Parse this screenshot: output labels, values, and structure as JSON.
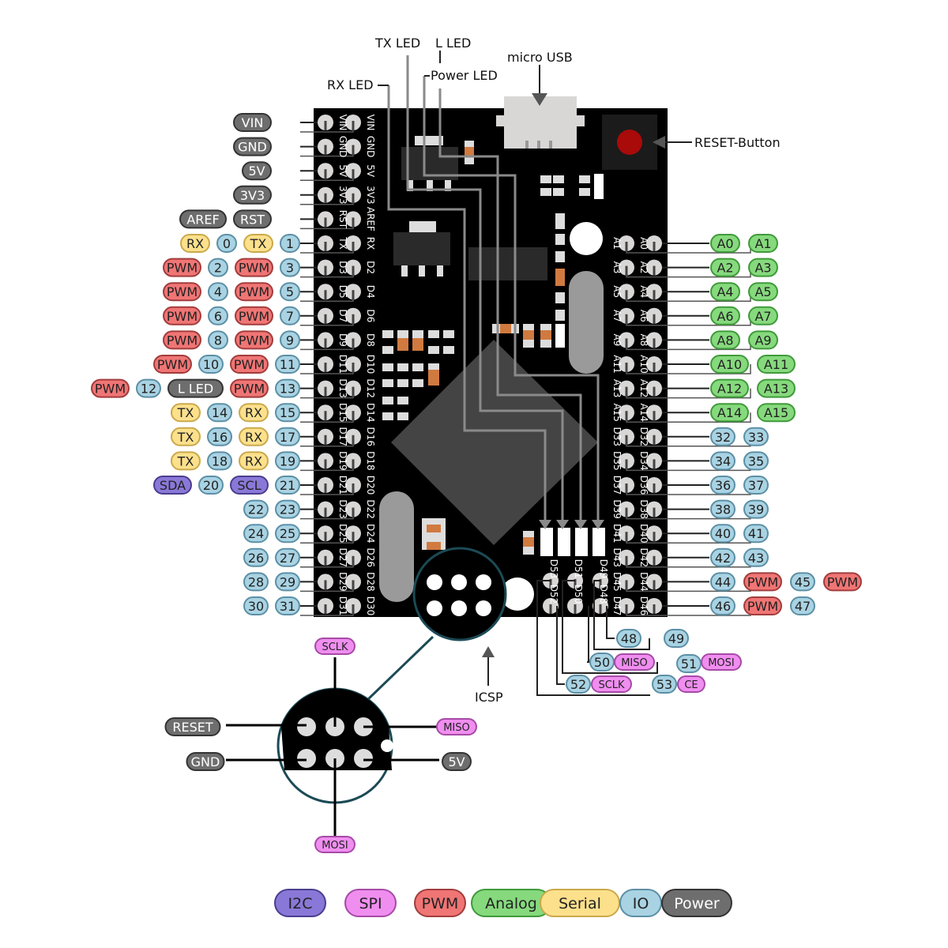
{
  "colors": {
    "io": "#a9d3e3",
    "pwm": "#f07575",
    "analog": "#86d97d",
    "serial": "#fce08c",
    "power": "#6e6e6e",
    "spi": "#f08ef0",
    "i2c": "#8a78d8",
    "board": "#000000"
  },
  "callouts": {
    "tx_led": "TX LED",
    "l_led": "L LED",
    "micro_usb": "micro USB",
    "rx_led": "RX LED",
    "power_led": "Power LED",
    "reset_button": "RESET-Button",
    "icsp": "ICSP"
  },
  "left_header": {
    "rows": [
      {
        "pins": [
          "VIN",
          "VIN"
        ],
        "tags": [
          {
            "t": "VIN",
            "k": "power"
          }
        ]
      },
      {
        "pins": [
          "GND",
          "GND"
        ],
        "tags": [
          {
            "t": "GND",
            "k": "power"
          }
        ]
      },
      {
        "pins": [
          "5V",
          "5V"
        ],
        "tags": [
          {
            "t": "5V",
            "k": "power"
          }
        ]
      },
      {
        "pins": [
          "3V3",
          "3V3"
        ],
        "tags": [
          {
            "t": "3V3",
            "k": "power"
          }
        ]
      },
      {
        "pins": [
          "RST",
          "AREF"
        ],
        "tags": [
          {
            "t": "AREF",
            "k": "power"
          },
          {
            "t": "RST",
            "k": "power"
          }
        ]
      },
      {
        "pins": [
          "TX",
          "RX"
        ],
        "tags": [
          {
            "t": "RX",
            "k": "serial"
          },
          {
            "t": "0",
            "k": "io"
          },
          {
            "t": "TX",
            "k": "serial"
          },
          {
            "t": "1",
            "k": "io"
          }
        ]
      },
      {
        "pins": [
          "D3",
          "D2"
        ],
        "tags": [
          {
            "t": "PWM",
            "k": "pwm"
          },
          {
            "t": "2",
            "k": "io"
          },
          {
            "t": "PWM",
            "k": "pwm"
          },
          {
            "t": "3",
            "k": "io"
          }
        ]
      },
      {
        "pins": [
          "D5",
          "D4"
        ],
        "tags": [
          {
            "t": "PWM",
            "k": "pwm"
          },
          {
            "t": "4",
            "k": "io"
          },
          {
            "t": "PWM",
            "k": "pwm"
          },
          {
            "t": "5",
            "k": "io"
          }
        ]
      },
      {
        "pins": [
          "D7",
          "D6"
        ],
        "tags": [
          {
            "t": "PWM",
            "k": "pwm"
          },
          {
            "t": "6",
            "k": "io"
          },
          {
            "t": "PWM",
            "k": "pwm"
          },
          {
            "t": "7",
            "k": "io"
          }
        ]
      },
      {
        "pins": [
          "D9",
          "D8"
        ],
        "tags": [
          {
            "t": "PWM",
            "k": "pwm"
          },
          {
            "t": "8",
            "k": "io"
          },
          {
            "t": "PWM",
            "k": "pwm"
          },
          {
            "t": "9",
            "k": "io"
          }
        ]
      },
      {
        "pins": [
          "D11",
          "D10"
        ],
        "tags": [
          {
            "t": "PWM",
            "k": "pwm"
          },
          {
            "t": "10",
            "k": "io"
          },
          {
            "t": "PWM",
            "k": "pwm"
          },
          {
            "t": "11",
            "k": "io"
          }
        ]
      },
      {
        "pins": [
          "D13",
          "D12"
        ],
        "tags": [
          {
            "t": "PWM",
            "k": "pwm"
          },
          {
            "t": "12",
            "k": "io"
          },
          {
            "t": "L LED",
            "k": "power"
          },
          {
            "t": "PWM",
            "k": "pwm"
          },
          {
            "t": "13",
            "k": "io"
          }
        ]
      },
      {
        "pins": [
          "D15",
          "D14"
        ],
        "tags": [
          {
            "t": "TX",
            "k": "serial"
          },
          {
            "t": "14",
            "k": "io"
          },
          {
            "t": "RX",
            "k": "serial"
          },
          {
            "t": "15",
            "k": "io"
          }
        ]
      },
      {
        "pins": [
          "D17",
          "D16"
        ],
        "tags": [
          {
            "t": "TX",
            "k": "serial"
          },
          {
            "t": "16",
            "k": "io"
          },
          {
            "t": "RX",
            "k": "serial"
          },
          {
            "t": "17",
            "k": "io"
          }
        ]
      },
      {
        "pins": [
          "D19",
          "D18"
        ],
        "tags": [
          {
            "t": "TX",
            "k": "serial"
          },
          {
            "t": "18",
            "k": "io"
          },
          {
            "t": "RX",
            "k": "serial"
          },
          {
            "t": "19",
            "k": "io"
          }
        ]
      },
      {
        "pins": [
          "D21",
          "D20"
        ],
        "tags": [
          {
            "t": "SDA",
            "k": "i2c"
          },
          {
            "t": "20",
            "k": "io"
          },
          {
            "t": "SCL",
            "k": "i2c"
          },
          {
            "t": "21",
            "k": "io"
          }
        ]
      },
      {
        "pins": [
          "D23",
          "D22"
        ],
        "tags": [
          {
            "t": "22",
            "k": "io"
          },
          {
            "t": "23",
            "k": "io"
          }
        ]
      },
      {
        "pins": [
          "D25",
          "D24"
        ],
        "tags": [
          {
            "t": "24",
            "k": "io"
          },
          {
            "t": "25",
            "k": "io"
          }
        ]
      },
      {
        "pins": [
          "D27",
          "D26"
        ],
        "tags": [
          {
            "t": "26",
            "k": "io"
          },
          {
            "t": "27",
            "k": "io"
          }
        ]
      },
      {
        "pins": [
          "D29",
          "D28"
        ],
        "tags": [
          {
            "t": "28",
            "k": "io"
          },
          {
            "t": "29",
            "k": "io"
          }
        ]
      },
      {
        "pins": [
          "D31",
          "D30"
        ],
        "tags": [
          {
            "t": "30",
            "k": "io"
          },
          {
            "t": "31",
            "k": "io"
          }
        ]
      }
    ]
  },
  "right_header": {
    "rows": [
      {
        "pins": [
          "A1",
          "A0"
        ],
        "tags": [
          {
            "t": "A0",
            "k": "analog"
          },
          {
            "t": "A1",
            "k": "analog"
          }
        ]
      },
      {
        "pins": [
          "A3",
          "A2"
        ],
        "tags": [
          {
            "t": "A2",
            "k": "analog"
          },
          {
            "t": "A3",
            "k": "analog"
          }
        ]
      },
      {
        "pins": [
          "A5",
          "A4"
        ],
        "tags": [
          {
            "t": "A4",
            "k": "analog"
          },
          {
            "t": "A5",
            "k": "analog"
          }
        ]
      },
      {
        "pins": [
          "A7",
          "A6"
        ],
        "tags": [
          {
            "t": "A6",
            "k": "analog"
          },
          {
            "t": "A7",
            "k": "analog"
          }
        ]
      },
      {
        "pins": [
          "A9",
          "A8"
        ],
        "tags": [
          {
            "t": "A8",
            "k": "analog"
          },
          {
            "t": "A9",
            "k": "analog"
          }
        ]
      },
      {
        "pins": [
          "A11",
          "A10"
        ],
        "tags": [
          {
            "t": "A10",
            "k": "analog"
          },
          {
            "t": "A11",
            "k": "analog"
          }
        ]
      },
      {
        "pins": [
          "A13",
          "A12"
        ],
        "tags": [
          {
            "t": "A12",
            "k": "analog"
          },
          {
            "t": "A13",
            "k": "analog"
          }
        ]
      },
      {
        "pins": [
          "A15",
          "A14"
        ],
        "tags": [
          {
            "t": "A14",
            "k": "analog"
          },
          {
            "t": "A15",
            "k": "analog"
          }
        ]
      },
      {
        "pins": [
          "D33",
          "D32"
        ],
        "tags": [
          {
            "t": "32",
            "k": "io"
          },
          {
            "t": "33",
            "k": "io"
          }
        ]
      },
      {
        "pins": [
          "D35",
          "D34"
        ],
        "tags": [
          {
            "t": "34",
            "k": "io"
          },
          {
            "t": "35",
            "k": "io"
          }
        ]
      },
      {
        "pins": [
          "D37",
          "D36"
        ],
        "tags": [
          {
            "t": "36",
            "k": "io"
          },
          {
            "t": "37",
            "k": "io"
          }
        ]
      },
      {
        "pins": [
          "D39",
          "D38"
        ],
        "tags": [
          {
            "t": "38",
            "k": "io"
          },
          {
            "t": "39",
            "k": "io"
          }
        ]
      },
      {
        "pins": [
          "D41",
          "D40"
        ],
        "tags": [
          {
            "t": "40",
            "k": "io"
          },
          {
            "t": "41",
            "k": "io"
          }
        ]
      },
      {
        "pins": [
          "D43",
          "D42"
        ],
        "tags": [
          {
            "t": "42",
            "k": "io"
          },
          {
            "t": "43",
            "k": "io"
          }
        ]
      },
      {
        "pins": [
          "D45",
          "D44"
        ],
        "tags": [
          {
            "t": "44",
            "k": "io"
          },
          {
            "t": "PWM",
            "k": "pwm"
          },
          {
            "t": "45",
            "k": "io"
          },
          {
            "t": "PWM",
            "k": "pwm"
          }
        ]
      },
      {
        "pins": [
          "D47",
          "D46"
        ],
        "tags": [
          {
            "t": "46",
            "k": "io"
          },
          {
            "t": "PWM",
            "k": "pwm"
          },
          {
            "t": "47",
            "k": "io"
          }
        ]
      }
    ]
  },
  "bottom_header": {
    "top_pins": [
      "D53",
      "D51",
      "D49"
    ],
    "bottom_pins": [
      "D52",
      "D50",
      "D48"
    ],
    "tags": [
      {
        "t": "48",
        "k": "io"
      },
      {
        "t": "49",
        "k": "io"
      },
      {
        "t": "50",
        "k": "io"
      },
      {
        "t": "MISO",
        "k": "spi"
      },
      {
        "t": "51",
        "k": "io"
      },
      {
        "t": "MOSI",
        "k": "spi"
      },
      {
        "t": "52",
        "k": "io"
      },
      {
        "t": "SCLK",
        "k": "spi"
      },
      {
        "t": "53",
        "k": "io"
      },
      {
        "t": "CE",
        "k": "spi"
      }
    ]
  },
  "icsp_detail": {
    "tags": [
      {
        "t": "SCLK",
        "k": "spi"
      },
      {
        "t": "RESET",
        "k": "power"
      },
      {
        "t": "MISO",
        "k": "spi"
      },
      {
        "t": "GND",
        "k": "power"
      },
      {
        "t": "5V",
        "k": "power"
      },
      {
        "t": "MOSI",
        "k": "spi"
      }
    ]
  },
  "legend": [
    {
      "t": "I2C",
      "k": "i2c"
    },
    {
      "t": "SPI",
      "k": "spi"
    },
    {
      "t": "PWM",
      "k": "pwm"
    },
    {
      "t": "Analog",
      "k": "analog"
    },
    {
      "t": "Serial",
      "k": "serial"
    },
    {
      "t": "IO",
      "k": "io"
    },
    {
      "t": "Power",
      "k": "power"
    }
  ]
}
